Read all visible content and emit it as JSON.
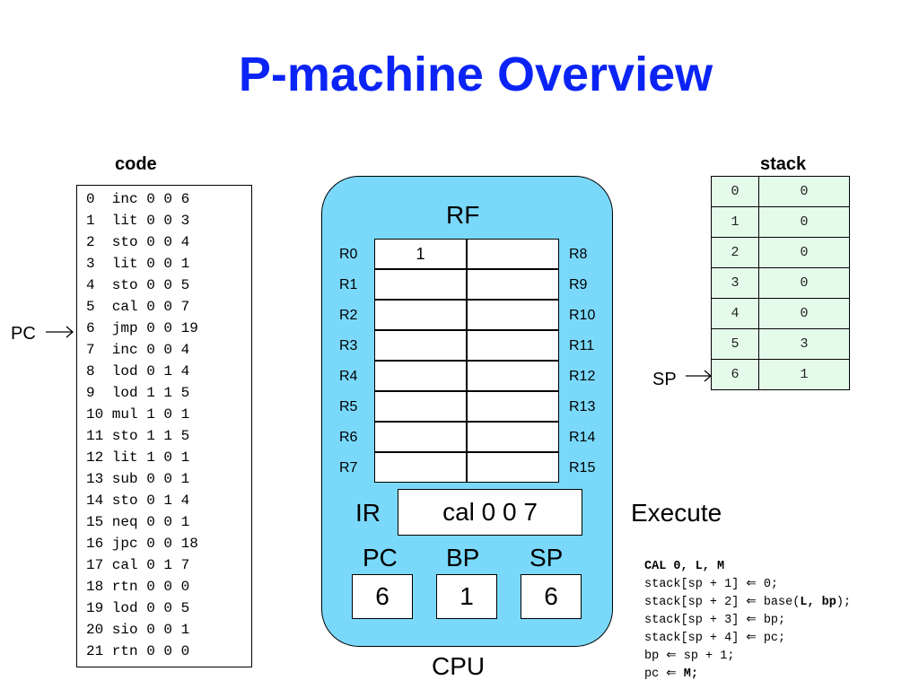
{
  "title": "P-machine Overview",
  "code": {
    "header": "code",
    "lines": [
      "0  inc 0 0 6",
      "1  lit 0 0 3",
      "2  sto 0 0 4",
      "3  lit 0 0 1",
      "4  sto 0 0 5",
      "5  cal 0 0 7",
      "6  jmp 0 0 19",
      "7  inc 0 0 4",
      "8  lod 0 1 4",
      "9  lod 1 1 5",
      "10 mul 1 0 1",
      "11 sto 1 1 5",
      "12 lit 1 0 1",
      "13 sub 0 0 1",
      "14 sto 0 1 4",
      "15 neq 0 0 1",
      "16 jpc 0 0 18",
      "17 cal 0 1 7",
      "18 rtn 0 0 0",
      "19 lod 0 0 5",
      "20 sio 0 0 1",
      "21 rtn 0 0 0"
    ],
    "pc_pointer_label": "PC"
  },
  "cpu": {
    "label": "CPU",
    "rf_label": "RF",
    "left_registers": [
      {
        "name": "R0",
        "value": "1"
      },
      {
        "name": "R1",
        "value": ""
      },
      {
        "name": "R2",
        "value": ""
      },
      {
        "name": "R3",
        "value": ""
      },
      {
        "name": "R4",
        "value": ""
      },
      {
        "name": "R5",
        "value": ""
      },
      {
        "name": "R6",
        "value": ""
      },
      {
        "name": "R7",
        "value": ""
      }
    ],
    "right_registers": [
      {
        "name": "R8",
        "value": ""
      },
      {
        "name": "R9",
        "value": ""
      },
      {
        "name": "R10",
        "value": ""
      },
      {
        "name": "R11",
        "value": ""
      },
      {
        "name": "R12",
        "value": ""
      },
      {
        "name": "R13",
        "value": ""
      },
      {
        "name": "R14",
        "value": ""
      },
      {
        "name": "R15",
        "value": ""
      }
    ],
    "ir_label": "IR",
    "ir_value": "cal 0 0 7",
    "pc_label": "PC",
    "pc_value": "6",
    "bp_label": "BP",
    "bp_value": "1",
    "sp_label": "SP",
    "sp_value": "6"
  },
  "phase_label": "Execute",
  "stack": {
    "header": "stack",
    "rows": [
      {
        "index": "0",
        "value": "0"
      },
      {
        "index": "1",
        "value": "0"
      },
      {
        "index": "2",
        "value": "0"
      },
      {
        "index": "3",
        "value": "0"
      },
      {
        "index": "4",
        "value": "0"
      },
      {
        "index": "5",
        "value": "3"
      },
      {
        "index": "6",
        "value": "1"
      }
    ],
    "sp_pointer_label": "SP"
  },
  "execute_notes": {
    "heading": "CAL 0, L, M",
    "line1": "stack[sp + 1] ⇐ 0;",
    "line2_a": "stack[sp + 2] ⇐ base(",
    "line2_b": "L, bp",
    "line2_c": ");",
    "line3": "stack[sp + 3] ⇐ bp;",
    "line4": "stack[sp + 4] ⇐ pc;",
    "line5": "bp ⇐ sp + 1;",
    "line6_a": "pc ⇐ ",
    "line6_b": "M;"
  },
  "colors": {
    "title": "#0b24f5",
    "cpu_fill": "#7ad9fb",
    "stack_fill": "#e5fbea"
  }
}
